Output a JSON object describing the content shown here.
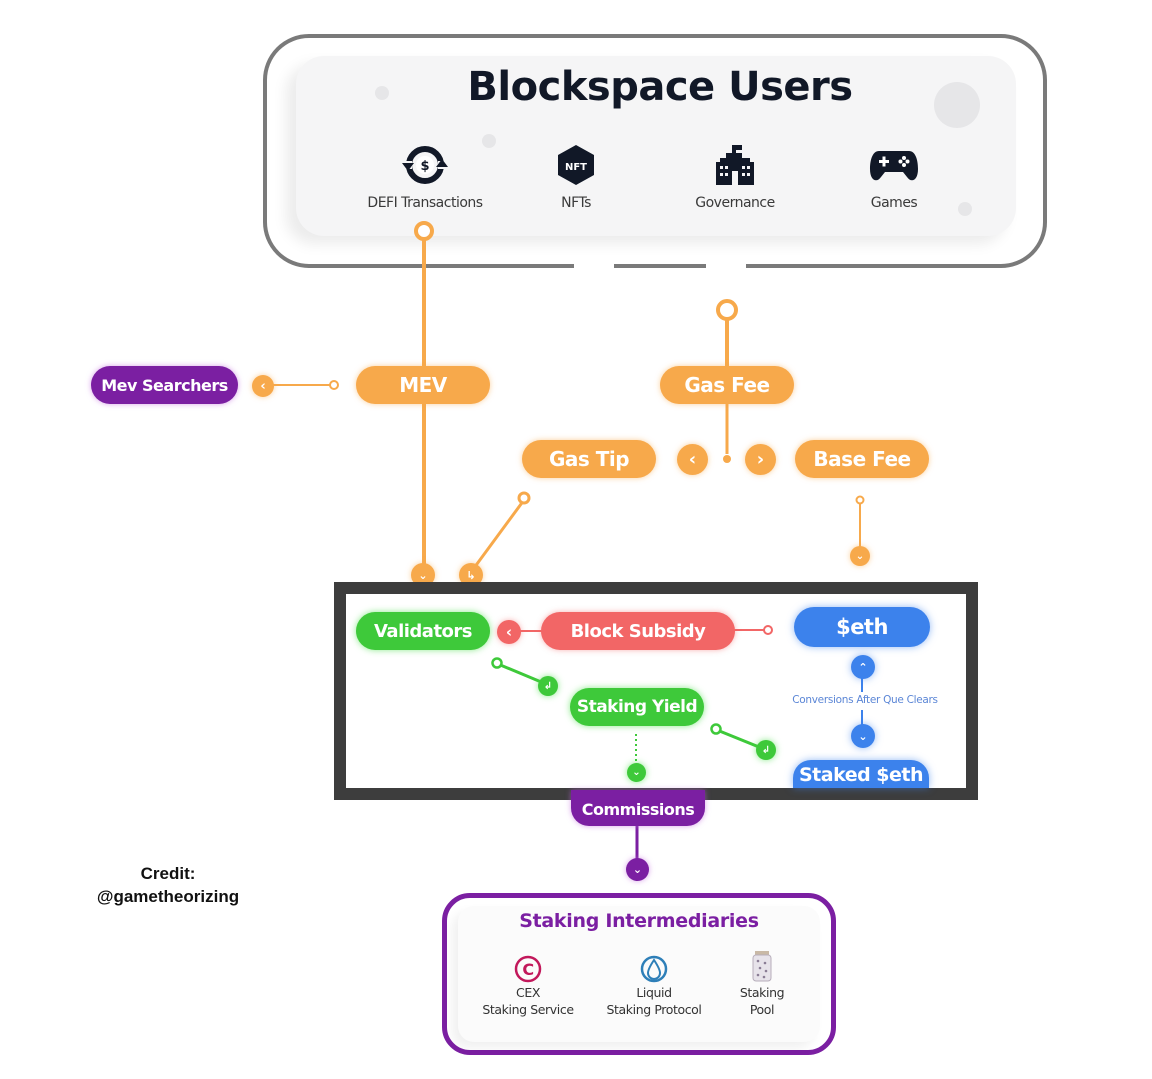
{
  "blockspace_users": {
    "title": "Blockspace Users",
    "items": [
      {
        "label": "DEFI Transactions",
        "icon": "exchange-dollar-icon"
      },
      {
        "label": "NFTs",
        "icon": "nft-hexagon-icon",
        "badge": "NFT"
      },
      {
        "label": "Governance",
        "icon": "government-building-icon"
      },
      {
        "label": "Games",
        "icon": "gamepad-icon"
      }
    ]
  },
  "nodes": {
    "mev_searchers": "Mev Searchers",
    "mev": "MEV",
    "gas_fee": "Gas Fee",
    "gas_tip": "Gas Tip",
    "base_fee": "Base Fee",
    "validators": "Validators",
    "block_subsidy": "Block Subsidy",
    "eth": "$eth",
    "staking_yield": "Staking Yield",
    "staked_eth": "Staked $eth",
    "commissions": "Commissions"
  },
  "conversion_note": "Conversions After Que Clears",
  "credit": {
    "line1": "Credit:",
    "line2": "@gametheorizing"
  },
  "staking_intermediaries": {
    "title": "Staking Intermediaries",
    "items": [
      {
        "line1": "CEX",
        "line2": "Staking Service",
        "icon": "copyright-c-icon"
      },
      {
        "line1": "Liquid",
        "line2": "Staking Protocol",
        "icon": "droplet-icon"
      },
      {
        "line1": "Staking",
        "line2": "Pool",
        "icon": "jar-icon"
      }
    ]
  },
  "colors": {
    "orange": "#f7a94b",
    "purple": "#7b1fa2",
    "green": "#3ec93a",
    "red": "#f26666",
    "blue": "#3c82ec",
    "dark": "#111827",
    "highlight_border": "#3d3d3d"
  }
}
